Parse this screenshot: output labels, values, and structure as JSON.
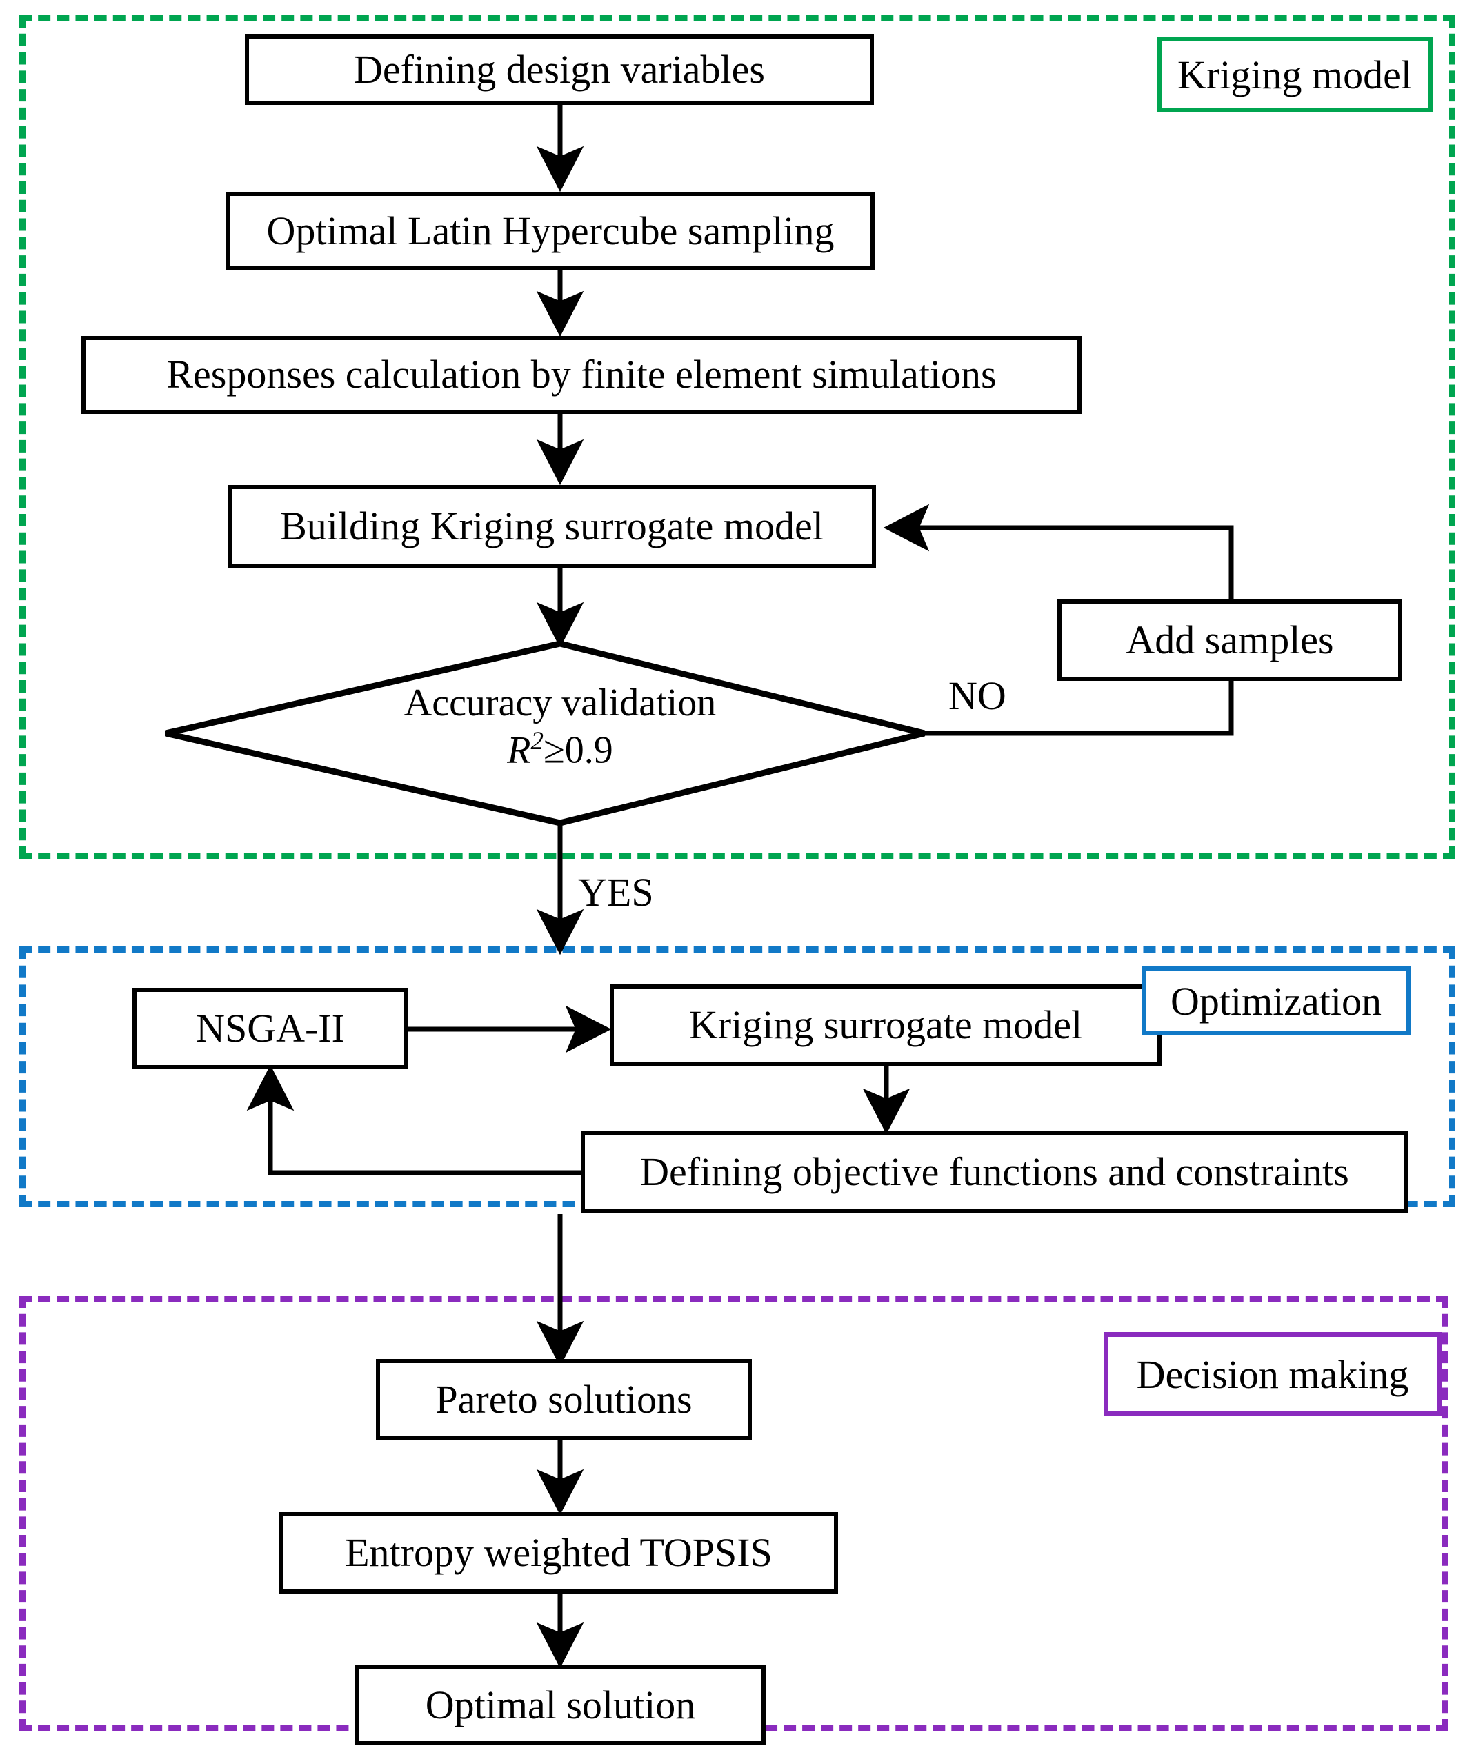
{
  "diagram": {
    "title": "Kriging-based multi-objective optimization and decision making flowchart",
    "colors": {
      "kriging_green": "#00A550",
      "optimization_blue": "#1179C7",
      "decision_purple": "#8A2BBE",
      "node_stroke": "#000000",
      "background": "#FFFFFF"
    }
  },
  "sections": [
    {
      "id": "kriging",
      "label": "Kriging model",
      "color": "#00A550"
    },
    {
      "id": "optimization",
      "label": "Optimization",
      "color": "#1179C7"
    },
    {
      "id": "decision",
      "label": "Decision making",
      "color": "#8A2BBE"
    }
  ],
  "nodes": {
    "defining_design_variables": "Defining design variables",
    "optimal_latin_hypercube": "Optimal Latin Hypercube sampling",
    "responses_calculation": "Responses calculation by finite element simulations",
    "building_kriging": "Building Kriging surrogate model",
    "add_samples": "Add samples",
    "accuracy_line1": "Accuracy validation",
    "accuracy_r": "R",
    "accuracy_exp": "2",
    "accuracy_cond": "≥0.9",
    "nsga_ii": "NSGA-II",
    "kriging_surrogate_model": "Kriging surrogate model",
    "defining_objectives": "Defining objective functions and constraints",
    "pareto_solutions": "Pareto solutions",
    "entropy_topsis": "Entropy weighted  TOPSIS",
    "optimal_solution": "Optimal solution"
  },
  "edge_labels": {
    "no": "NO",
    "yes": "YES"
  }
}
